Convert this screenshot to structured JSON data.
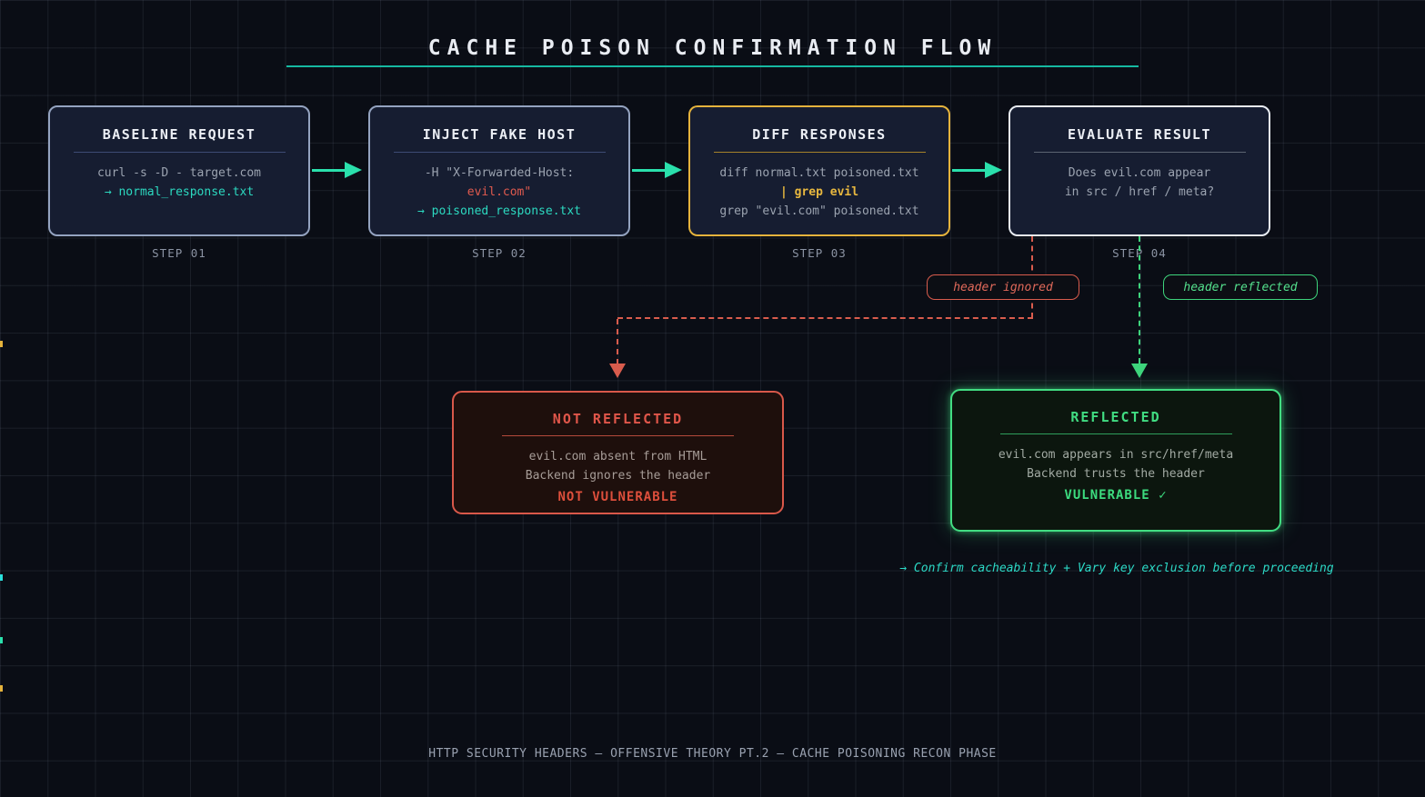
{
  "page": {
    "title": "CACHE POISON CONFIRMATION FLOW",
    "note": "→ Confirm cacheability + Vary key exclusion before proceeding",
    "footer": "HTTP SECURITY HEADERS — OFFENSIVE THEORY PT.2 — CACHE POISONING RECON PHASE"
  },
  "colors": {
    "background": "#0a0d15",
    "accent_teal": "#2ae0ac",
    "underline_teal": "#16b9a1",
    "danger_red": "#d95c4d",
    "success_green": "#42dd82",
    "warning_gold": "#e5b33c",
    "box_fill_navy": "#161d31",
    "box_border_slate": "#94a3c0",
    "text_gray": "#9ba3b0"
  },
  "flow": {
    "steps": [
      {
        "title": "BASELINE REQUEST",
        "step_label": "STEP 01",
        "lines": [
          "curl -s -D - target.com",
          "→ normal_response.txt"
        ]
      },
      {
        "title": "INJECT FAKE HOST",
        "step_label": "STEP 02",
        "lines": [
          "-H \"X-Forwarded-Host:",
          "evil.com\"",
          "→ poisoned_response.txt"
        ]
      },
      {
        "title": "DIFF RESPONSES",
        "step_label": "STEP 03",
        "lines": [
          "diff normal.txt poisoned.txt",
          "| grep evil",
          "grep \"evil.com\" poisoned.txt"
        ]
      },
      {
        "title": "EVALUATE RESULT",
        "step_label": "STEP 04",
        "lines": [
          "Does evil.com appear",
          "in src / href / meta?"
        ]
      }
    ]
  },
  "branches": {
    "ignored_label": "header ignored",
    "reflected_label": "header reflected"
  },
  "outcomes": {
    "not_reflected": {
      "title": "NOT REFLECTED",
      "lines": [
        "evil.com absent from HTML",
        "Backend ignores the header"
      ],
      "verdict": "NOT VULNERABLE"
    },
    "reflected": {
      "title": "REFLECTED",
      "lines": [
        "evil.com appears in src/href/meta",
        "Backend trusts the header"
      ],
      "verdict": "VULNERABLE ✓"
    }
  }
}
